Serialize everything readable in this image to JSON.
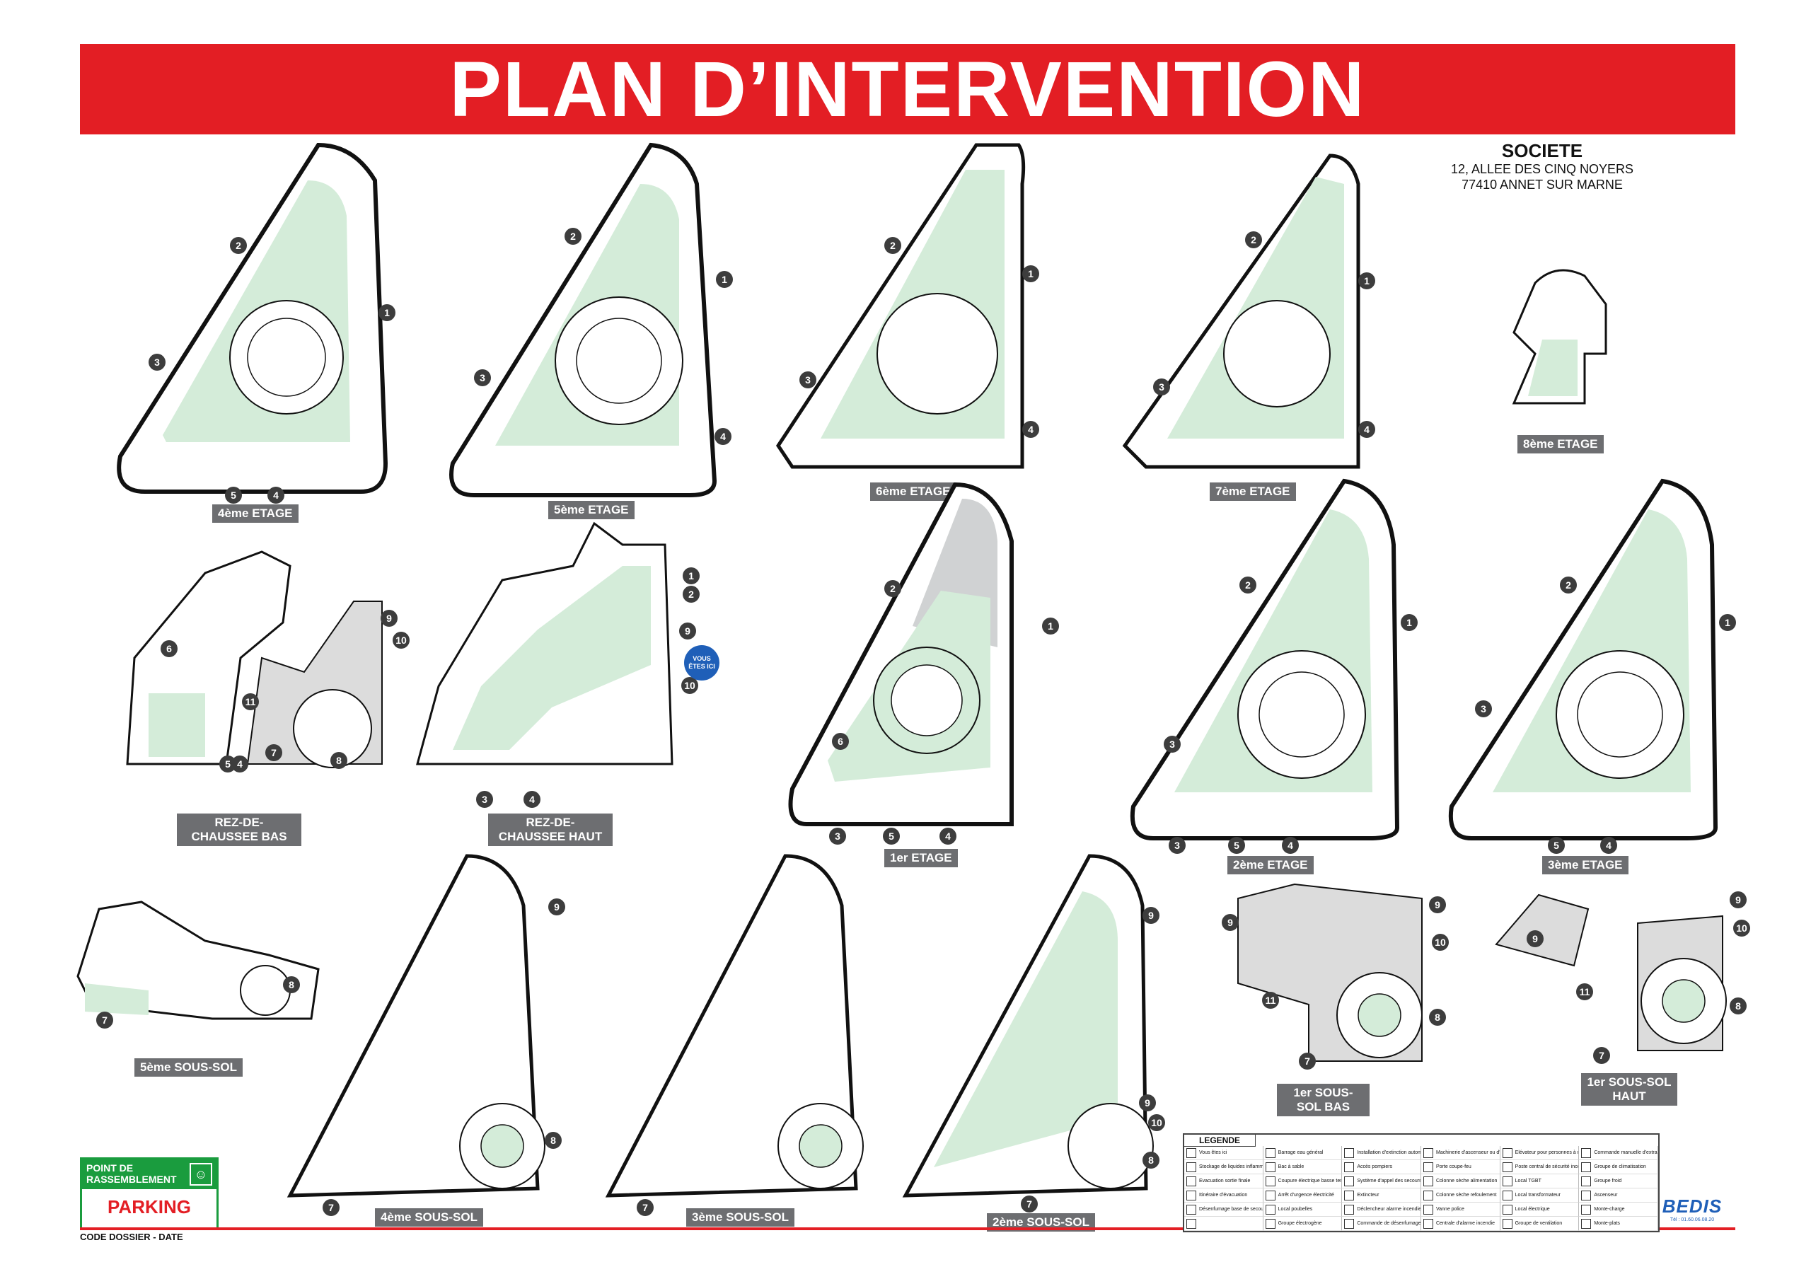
{
  "header": {
    "title": "PLAN D’INTERVENTION"
  },
  "company": {
    "name": "SOCIETE",
    "address_line1": "12, ALLEE DES CINQ NOYERS",
    "address_line2": "77410 ANNET SUR MARNE"
  },
  "floors": {
    "f4": "4ème ETAGE",
    "f5": "5ème ETAGE",
    "f6": "6ème ETAGE",
    "f7": "7ème ETAGE",
    "f8": "8ème ETAGE",
    "rdc_bas": "REZ-DE-CHAUSSEE BAS",
    "rdc_haut": "REZ-DE-CHAUSSEE HAUT",
    "f1": "1er ETAGE",
    "f2": "2ème ETAGE",
    "f3": "3ème ETAGE",
    "ss5": "5ème SOUS-SOL",
    "ss4": "4ème SOUS-SOL",
    "ss3": "3ème SOUS-SOL",
    "ss2": "2ème SOUS-SOL",
    "ss1_bas": "1er SOUS-SOL BAS",
    "ss1_haut": "1er SOUS-SOL HAUT"
  },
  "you_are_here": "VOUS ÊTES ICI",
  "assembly": {
    "title": "POINT DE RASSEMBLEMENT",
    "location": "PARKING",
    "icon": "group-people-icon"
  },
  "code_dossier": "CODE DOSSIER - DATE",
  "legend": {
    "title": "LEGENDE",
    "items": [
      "Vous êtes ici",
      "Barrage eau général",
      "Installation d'extinction automatique",
      "Machinerie d'ascenseur ou d'un monte-charge",
      "Elévateur pour personnes à mobilité réduite",
      "Commande manuelle d'extraction automatique",
      "Stockage de liquides inflammables",
      "Bac à sable",
      "Accès pompiers",
      "Porte coupe-feu",
      "Poste central de sécurité incendie",
      "Groupe de climatisation",
      "Evacuation sortie finale",
      "Coupure électrique basse tension",
      "Système d'appel des secours",
      "Colonne sèche alimentation",
      "Local TGBT",
      "Groupe froid",
      "Itinéraire d'évacuation",
      "Arrêt d'urgence électricité",
      "Extincteur",
      "Colonne sèche refoulement",
      "Local transformateur",
      "Ascenseur",
      "Désenfumage base de secours",
      "Local poubelles",
      "Déclencheur alarme incendie",
      "Vanne police",
      "Local électrique",
      "Monte-charge",
      "",
      "Groupe électrogène",
      "Commande de désenfumage",
      "Centrale d'alarme incendie",
      "Groupe de ventilation",
      "Monte-plats"
    ]
  },
  "logo": {
    "name": "BEDIS",
    "phone": "Tél : 01.60.06.08.20"
  },
  "colors": {
    "banner": "#e31e24",
    "route": "#d4ecd9",
    "label_bg": "#6d6e71",
    "you_are_here": "#1f5fb8",
    "assembly": "#1a9c3e"
  }
}
